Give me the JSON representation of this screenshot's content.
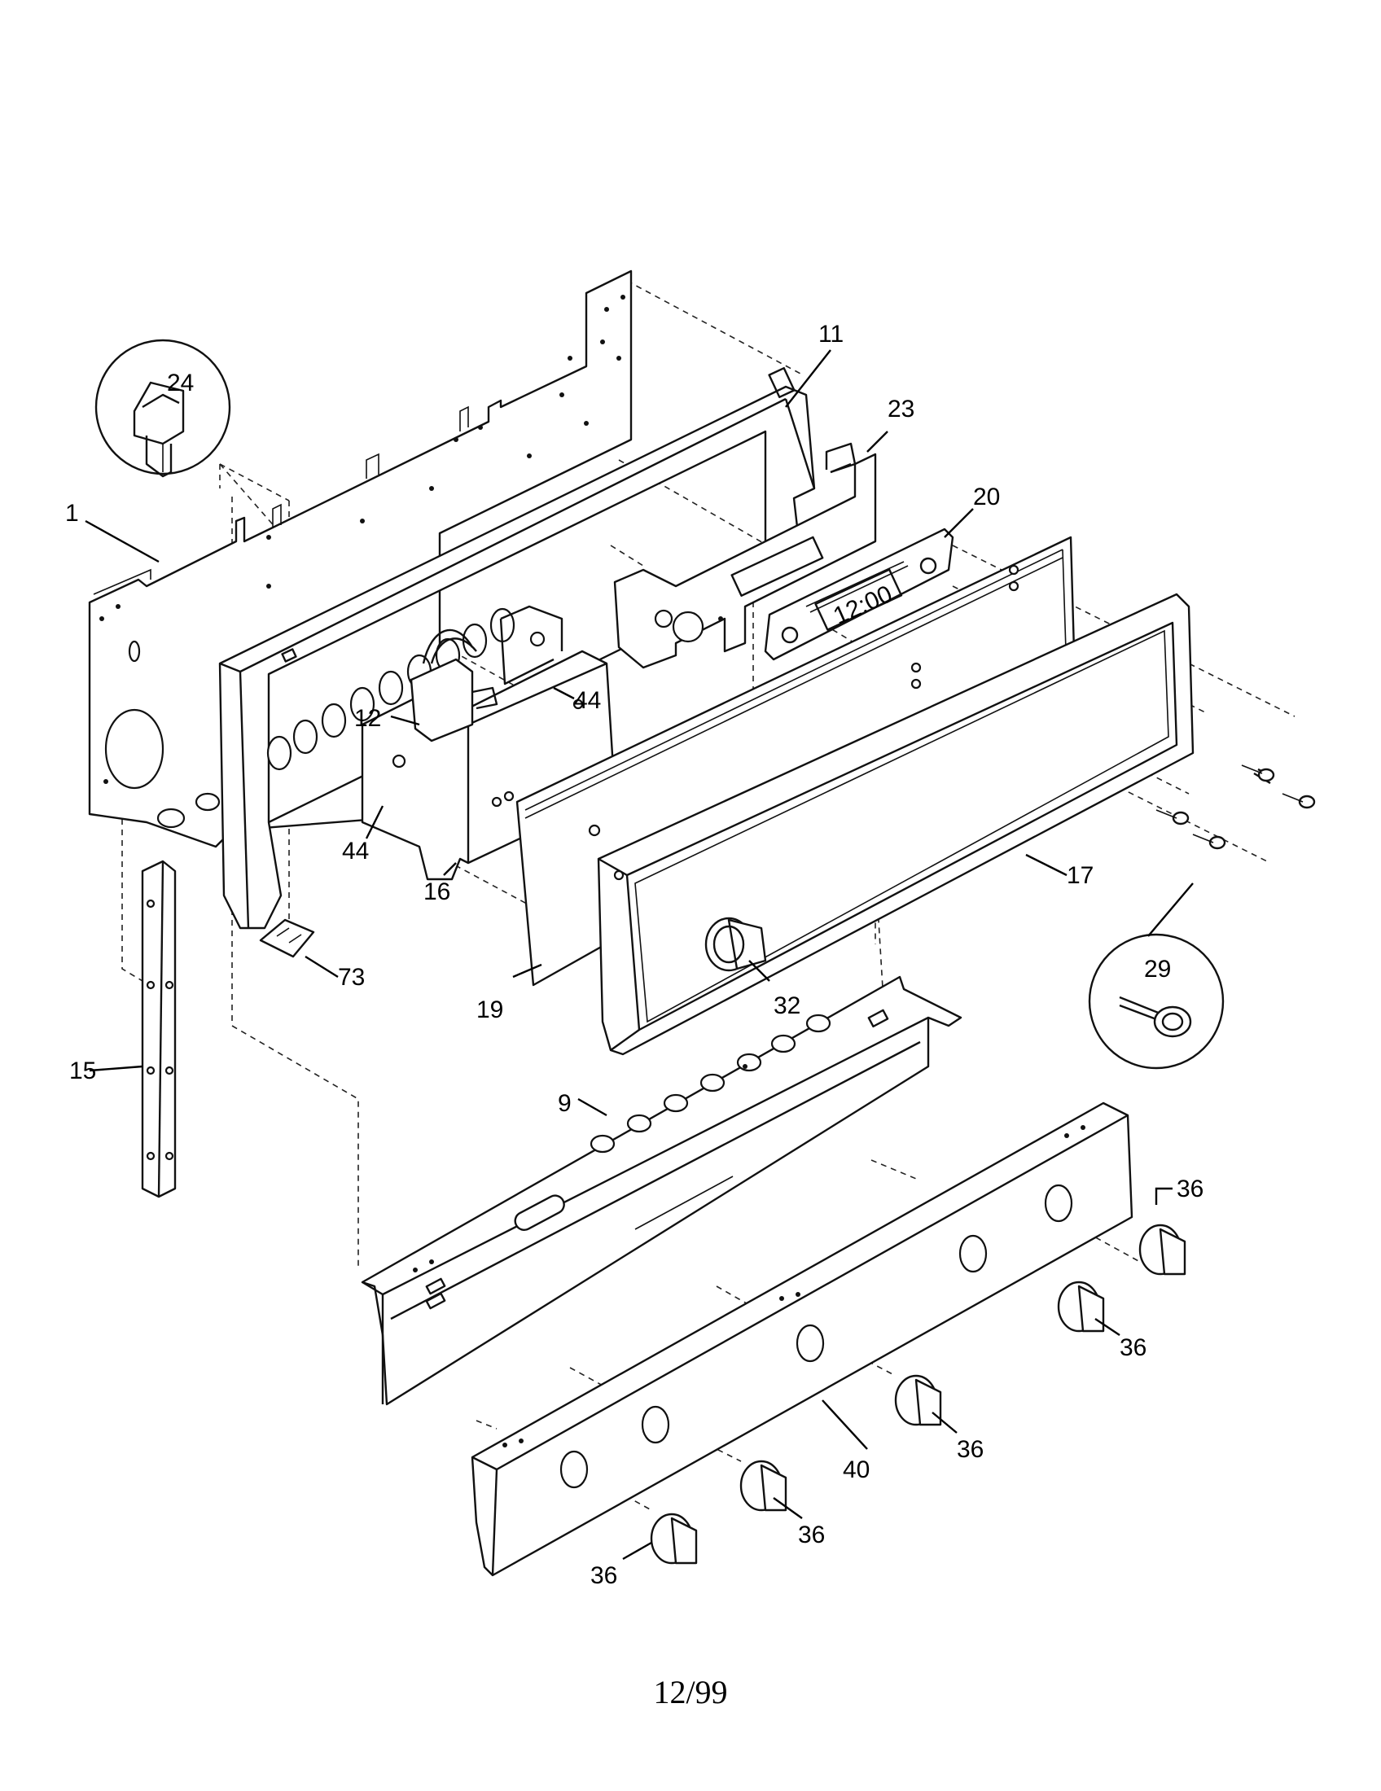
{
  "labels": {
    "p1": "1",
    "p9": "9",
    "p11": "11",
    "p12": "12",
    "p15": "15",
    "p16": "16",
    "p17": "17",
    "p19": "19",
    "p20": "20",
    "p23": "23",
    "p24": "24",
    "p29": "29",
    "p32": "32",
    "p36": "36",
    "p40": "40",
    "p44": "44",
    "p73": "73"
  },
  "clock_display": "12:00",
  "footer": "12/99"
}
